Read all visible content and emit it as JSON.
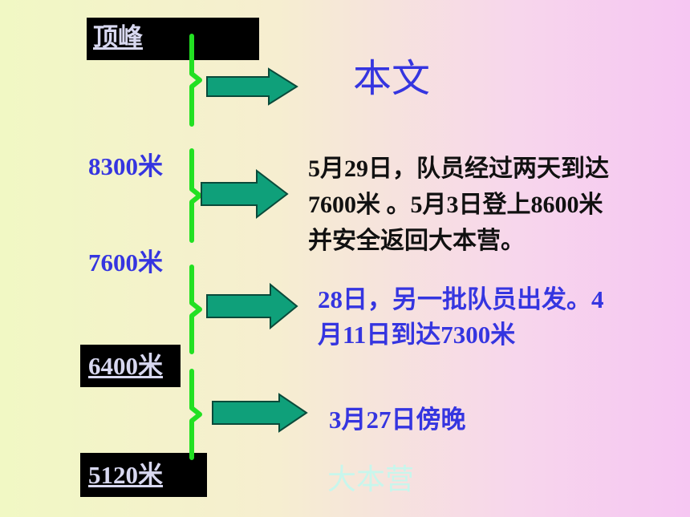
{
  "colors": {
    "blue": "#3535e0",
    "black_text": "#111111",
    "faded": "#c8f6ec",
    "bracket": "#22e022",
    "arrow_fill": "#0fa07a",
    "arrow_stroke": "#0a4a3a"
  },
  "labels": {
    "peak": "顶峰",
    "m8300": "8300米",
    "m7600": "7600米",
    "m6400": "6400米",
    "m5120": "5120米"
  },
  "events": {
    "top": "本文",
    "second": [
      "5月29日，队员经过两天到达",
      "7600米 。5月3日登上8600米",
      "并安全返回大本营。"
    ],
    "third": [
      "28日，另一批队员出发。4",
      "月11日到达7300米"
    ],
    "fourth": "3月27日傍晚",
    "base": "大本营"
  }
}
